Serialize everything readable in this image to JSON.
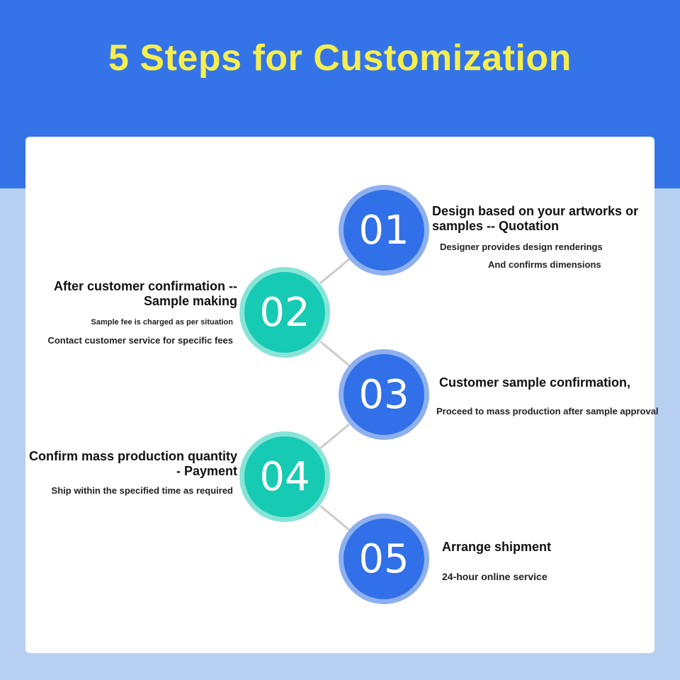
{
  "header": {
    "title": "5 Steps for Customization"
  },
  "colors": {
    "top_band": "#3574e8",
    "background": "#b7d0f1",
    "title": "#f5ef4e",
    "step_blue": "#3170e8",
    "step_teal": "#17cab4",
    "connector": "#cccccc"
  },
  "steps": [
    {
      "number": "01",
      "title_lines": [
        "Design based on your artworks or",
        "samples -- Quotation"
      ],
      "desc_lines": [
        "Designer provides design renderings",
        "And confirms dimensions"
      ]
    },
    {
      "number": "02",
      "title_lines": [
        "After customer confirmation --",
        "Sample making"
      ],
      "desc_lines": [
        "Sample fee is charged as per situation",
        "Contact customer service for specific fees"
      ]
    },
    {
      "number": "03",
      "title_lines": [
        "Customer sample confirmation,"
      ],
      "desc_lines": [
        "Proceed to mass production after sample approval"
      ]
    },
    {
      "number": "04",
      "title_lines": [
        "Confirm mass production quantity",
        "- Payment"
      ],
      "desc_lines": [
        "Ship within the specified time as required"
      ]
    },
    {
      "number": "05",
      "title_lines": [
        "Arrange shipment"
      ],
      "desc_lines": [
        "24-hour online service"
      ]
    }
  ]
}
